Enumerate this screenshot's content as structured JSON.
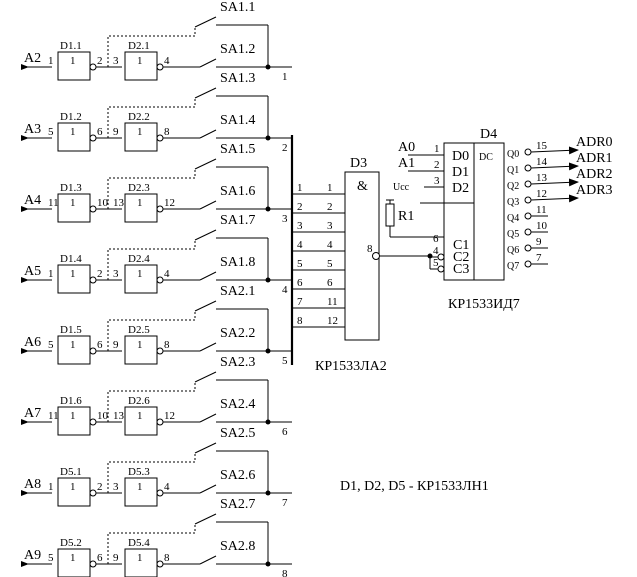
{
  "channels": [
    {
      "a": "A2",
      "g1": "D1.1",
      "g2": "D2.1",
      "p1": [
        "1",
        "2"
      ],
      "p2": [
        "3",
        "4"
      ],
      "sw1": "SA1.1",
      "sw2": "SA1.2",
      "bus": "1"
    },
    {
      "a": "A3",
      "g1": "D1.2",
      "g2": "D2.2",
      "p1": [
        "5",
        "6"
      ],
      "p2": [
        "9",
        "8"
      ],
      "sw1": "SA1.3",
      "sw2": "SA1.4",
      "bus": "2"
    },
    {
      "a": "A4",
      "g1": "D1.3",
      "g2": "D2.3",
      "p1": [
        "11",
        "10"
      ],
      "p2": [
        "13",
        "12"
      ],
      "sw1": "SA1.5",
      "sw2": "SA1.6",
      "bus": "3"
    },
    {
      "a": "A5",
      "g1": "D1.4",
      "g2": "D2.4",
      "p1": [
        "1",
        "2"
      ],
      "p2": [
        "3",
        "4"
      ],
      "sw1": "SA1.7",
      "sw2": "SA1.8",
      "bus": "4"
    },
    {
      "a": "A6",
      "g1": "D1.5",
      "g2": "D2.5",
      "p1": [
        "5",
        "6"
      ],
      "p2": [
        "9",
        "8"
      ],
      "sw1": "SA2.1",
      "sw2": "SA2.2",
      "bus": "5"
    },
    {
      "a": "A7",
      "g1": "D1.6",
      "g2": "D2.6",
      "p1": [
        "11",
        "10"
      ],
      "p2": [
        "13",
        "12"
      ],
      "sw1": "SA2.3",
      "sw2": "SA2.4",
      "bus": "6"
    },
    {
      "a": "A8",
      "g1": "D5.1",
      "g2": "D5.3",
      "p1": [
        "1",
        "2"
      ],
      "p2": [
        "3",
        "4"
      ],
      "sw1": "SA2.5",
      "sw2": "SA2.6",
      "bus": "7"
    },
    {
      "a": "A9",
      "g1": "D5.2",
      "g2": "D5.4",
      "p1": [
        "5",
        "6"
      ],
      "p2": [
        "9",
        "8"
      ],
      "sw1": "SA2.7",
      "sw2": "SA2.8",
      "bus": "8"
    }
  ],
  "gate_symbol": "1",
  "d3": {
    "name": "D3",
    "symbol": "&",
    "type": "КР1533ЛА2",
    "rows": [
      [
        "1",
        "1"
      ],
      [
        "2",
        "2"
      ],
      [
        "3",
        "3"
      ],
      [
        "4",
        "4"
      ],
      [
        "5",
        "5"
      ],
      [
        "6",
        "6"
      ],
      [
        "7",
        "11"
      ],
      [
        "8",
        "12"
      ]
    ],
    "out_pin": "8"
  },
  "d4": {
    "name": "D4",
    "symbol": "DC",
    "type": "КР1533ИД7",
    "inputs": [
      {
        "sig": "A0",
        "pin": "1",
        "label": "D0"
      },
      {
        "sig": "A1",
        "pin": "2",
        "label": "D1"
      },
      {
        "sig": "",
        "pin": "3",
        "label": "D2"
      }
    ],
    "c_inputs": [
      {
        "pin": "6",
        "label": "C1"
      },
      {
        "pin": "4",
        "label": "C2"
      },
      {
        "pin": "5",
        "label": "C3"
      }
    ],
    "outputs": [
      {
        "label": "Q0",
        "pin": "15",
        "sig": "ADR0"
      },
      {
        "label": "Q1",
        "pin": "14",
        "sig": "ADR1"
      },
      {
        "label": "Q2",
        "pin": "13",
        "sig": "ADR2"
      },
      {
        "label": "Q3",
        "pin": "12",
        "sig": "ADR3"
      },
      {
        "label": "Q4",
        "pin": "11",
        "sig": ""
      },
      {
        "label": "Q5",
        "pin": "10",
        "sig": ""
      },
      {
        "label": "Q6",
        "pin": "9",
        "sig": ""
      },
      {
        "label": "Q7",
        "pin": "7",
        "sig": ""
      }
    ]
  },
  "resistor": "R1",
  "ucc": "Uсс",
  "note": "D1, D2, D5 - КР1533ЛН1"
}
